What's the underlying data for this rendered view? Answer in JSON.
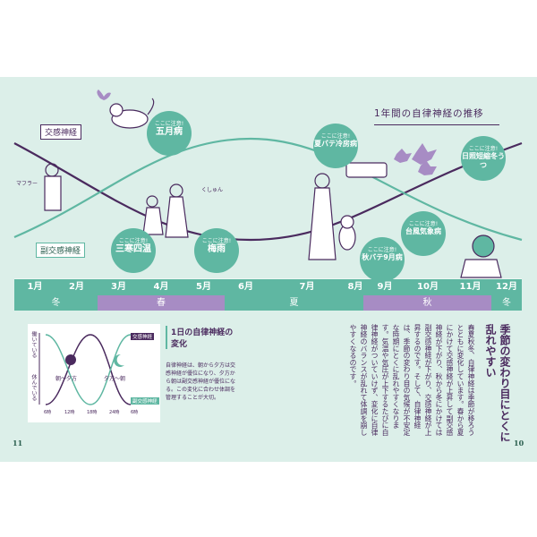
{
  "title": "1年間の自律神経の推移",
  "labels": {
    "sympathetic": "交感神経",
    "parasympathetic": "副交感神経"
  },
  "bubbles": [
    {
      "small": "ここに注意!",
      "big": "五月病"
    },
    {
      "small": "ここに注意!",
      "big": "三寒四温"
    },
    {
      "small": "ここに注意!",
      "big": "梅雨"
    },
    {
      "small": "ここに注意!",
      "big": "夏バテ冷房病"
    },
    {
      "small": "ここに注意!",
      "big": "秋バテ9月病"
    },
    {
      "small": "ここに注意!",
      "big": "台風気象病"
    },
    {
      "small": "ここに注意!",
      "big": "日照短縮冬うつ"
    }
  ],
  "illustration_text": {
    "scarf": "マフラー",
    "sneeze": "くしゅん"
  },
  "months": [
    "1月",
    "2月",
    "3月",
    "4月",
    "5月",
    "6月",
    "7月",
    "8月",
    "9月",
    "10月",
    "11月",
    "12月"
  ],
  "seasons": [
    "冬",
    "春",
    "夏",
    "秋",
    "冬"
  ],
  "colors": {
    "teal": "#5fb7a2",
    "purple": "#a78cc4",
    "dark": "#4a2a5e",
    "bg": "#dcefe9"
  },
  "sub": {
    "title": "1日の自律神経の変化",
    "body": "自律神経は、朝から夕方は交感神経が優位になり、夕方から朝は副交感神経が優位になる。この変化に合わせ体調を管理することが大切。",
    "y_top": "働いている",
    "y_bottom": "休んでいる",
    "legend_symp": "交感神経",
    "legend_para": "副交感神経",
    "day": "朝～夕方",
    "night": "夕方～朝",
    "ticks": [
      "6時",
      "12時",
      "18時",
      "24時",
      "6時"
    ]
  },
  "side": {
    "heading": "季節の変わり目にとくに乱れやすい",
    "body": "春夏秋冬、自律神経は季節が移ろうとともに変化しています。春から夏にかけて交感神経が上昇して副交感神経が下がり、秋から冬にかけては副交感神経が下がり、交感神経が上昇するのです。そして、自律神経は、季節の変わり目の気候が不安定な時期にとくに乱れやすくなります。気温や気圧が上下するたびに自律神経がついていけず、変化に自律神経のバランスが乱れて体調を崩しやすくなるのです。"
  },
  "pages": {
    "left": "11",
    "right": "10"
  }
}
